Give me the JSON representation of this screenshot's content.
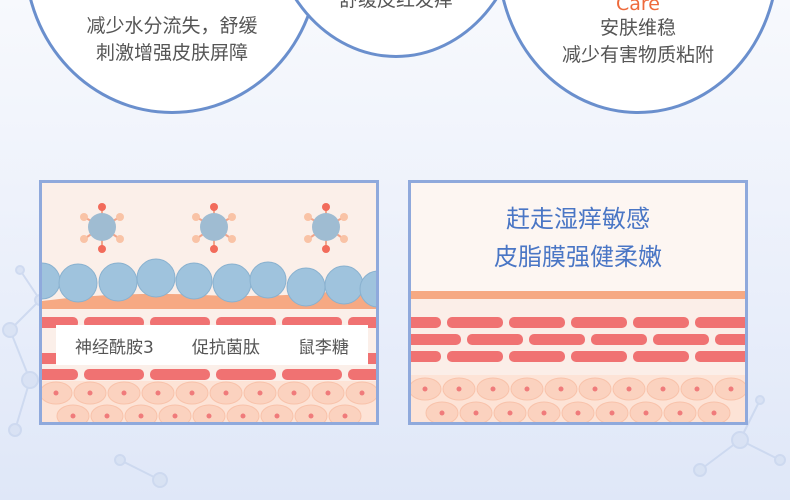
{
  "top_circles": {
    "left": {
      "line1": "减少水分流失，舒缓",
      "line2": "刺激增强皮肤屏障"
    },
    "middle": {
      "line1": "舒缓皮红发痒"
    },
    "right": {
      "accent": "Care",
      "line1": "安肤维稳",
      "line2": "减少有害物质粘附"
    }
  },
  "left_panel": {
    "ingredients": [
      "神经酰胺3",
      "促抗菌肽",
      "鼠李糖"
    ]
  },
  "right_panel": {
    "claim_line1": "赶走湿痒敏感",
    "claim_line2": "皮脂膜强健柔嫩"
  },
  "colors": {
    "circle_border": "#6a8fcd",
    "panel_border": "#8fa9dc",
    "claim_text": "#4a76c5",
    "accent": "#ee6a3c",
    "skin_red": "#f07272",
    "skin_peach": "#fbd8c8",
    "bubble_blue": "#9fc3dd"
  }
}
